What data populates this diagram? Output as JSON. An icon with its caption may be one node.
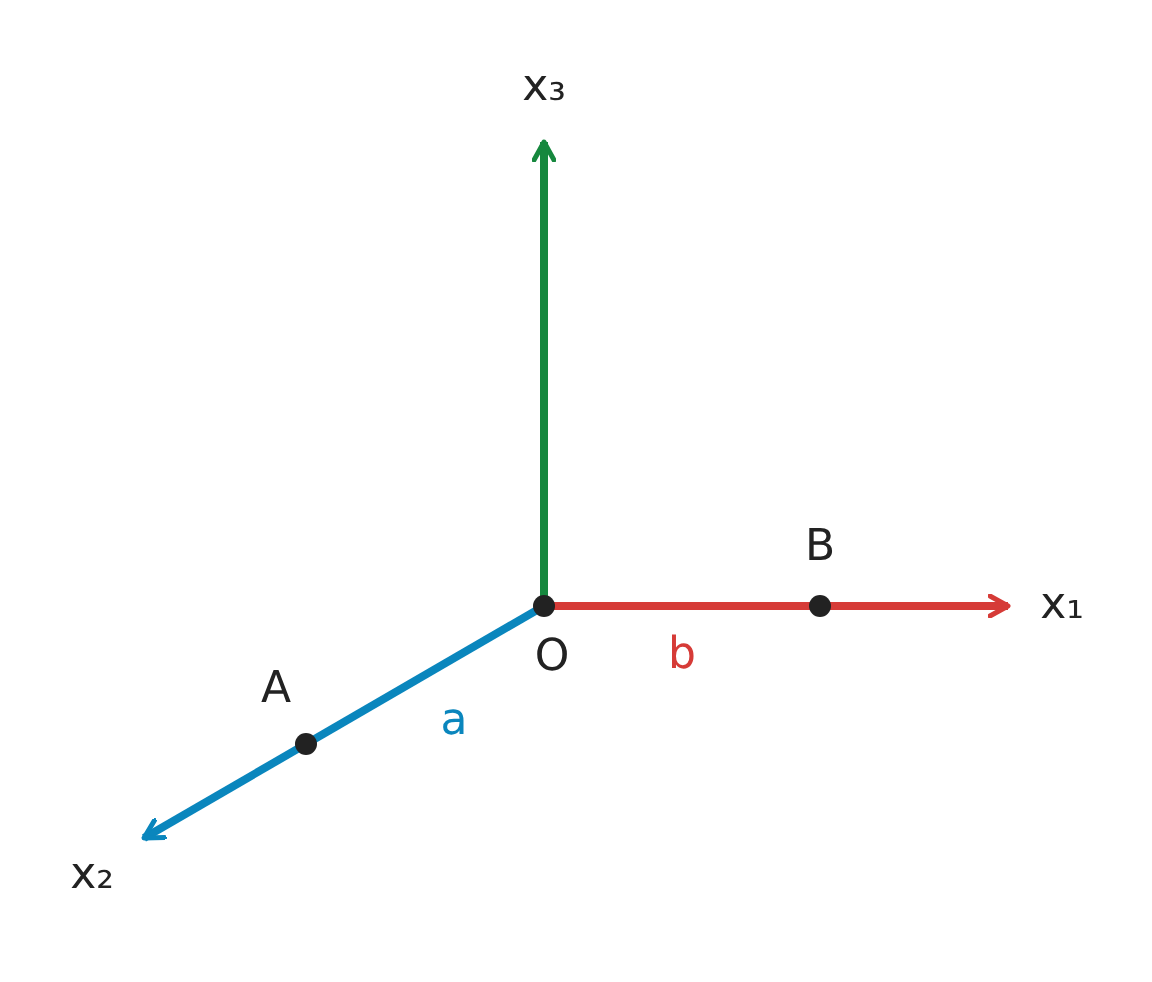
{
  "diagram": {
    "labels": [
      "x₃",
      "B",
      "x₁",
      "O",
      "b",
      "A",
      "a",
      "x₂"
    ]
  }
}
